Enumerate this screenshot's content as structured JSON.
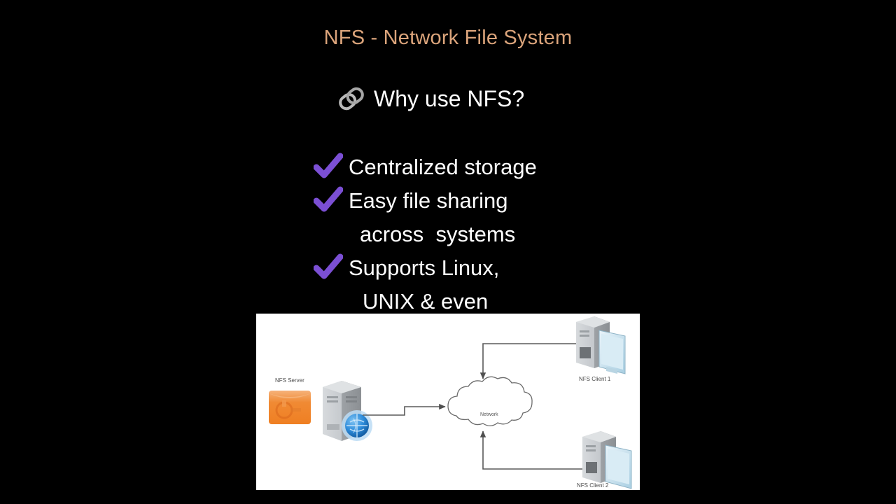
{
  "slide": {
    "background_color": "#000000",
    "title": "NFS - Network File System",
    "title_color": "#dba47b"
  },
  "heading": {
    "icon": "link-icon",
    "icon_color": "#b5b5b5",
    "text": "Why use NFS?",
    "text_color": "#ffffff"
  },
  "bullets": {
    "check_icon": "check-mark-icon",
    "check_color": "#7b4fd4",
    "items": [
      {
        "text": "Centralized storage",
        "continuation": false
      },
      {
        "text": "Easy file sharing",
        "continuation": false
      },
      {
        "text": "across  systems",
        "continuation": true
      },
      {
        "text": "Supports Linux,",
        "continuation": false
      },
      {
        "text": "UNIX & even",
        "continuation": true
      }
    ]
  },
  "diagram": {
    "background_color": "#ffffff",
    "server_label": "NFS Server",
    "cloud_label": "Network",
    "client1_label": "NFS Client 1",
    "client2_label": "NFS Client 2",
    "disk_color": "#ef8130",
    "server_color": "#c9cccf",
    "globe_color": "#2a86d6",
    "monitor_color": "#cfe4ef",
    "line_color": "#5a5a5a"
  }
}
